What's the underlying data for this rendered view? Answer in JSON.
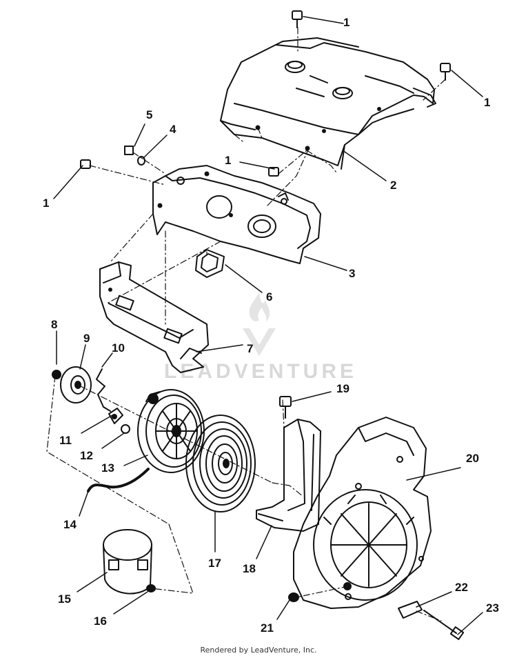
{
  "diagram": {
    "callouts": [
      {
        "id": "c1a",
        "label": "1"
      },
      {
        "id": "c1b",
        "label": "1"
      },
      {
        "id": "c1c",
        "label": "1"
      },
      {
        "id": "c1d",
        "label": "1"
      },
      {
        "id": "c2",
        "label": "2"
      },
      {
        "id": "c3",
        "label": "3"
      },
      {
        "id": "c4",
        "label": "4"
      },
      {
        "id": "c5",
        "label": "5"
      },
      {
        "id": "c6",
        "label": "6"
      },
      {
        "id": "c7",
        "label": "7"
      },
      {
        "id": "c8",
        "label": "8"
      },
      {
        "id": "c9",
        "label": "9"
      },
      {
        "id": "c10",
        "label": "10"
      },
      {
        "id": "c11",
        "label": "11"
      },
      {
        "id": "c12",
        "label": "12"
      },
      {
        "id": "c13",
        "label": "13"
      },
      {
        "id": "c14",
        "label": "14"
      },
      {
        "id": "c15",
        "label": "15"
      },
      {
        "id": "c16",
        "label": "16"
      },
      {
        "id": "c17",
        "label": "17"
      },
      {
        "id": "c18",
        "label": "18"
      },
      {
        "id": "c19",
        "label": "19"
      },
      {
        "id": "c20",
        "label": "20"
      },
      {
        "id": "c21",
        "label": "21"
      },
      {
        "id": "c22",
        "label": "22"
      },
      {
        "id": "c23",
        "label": "23"
      }
    ]
  },
  "watermark": {
    "text": "LEADVENTURE"
  },
  "footer": {
    "text": "Rendered by LeadVenture, Inc."
  }
}
